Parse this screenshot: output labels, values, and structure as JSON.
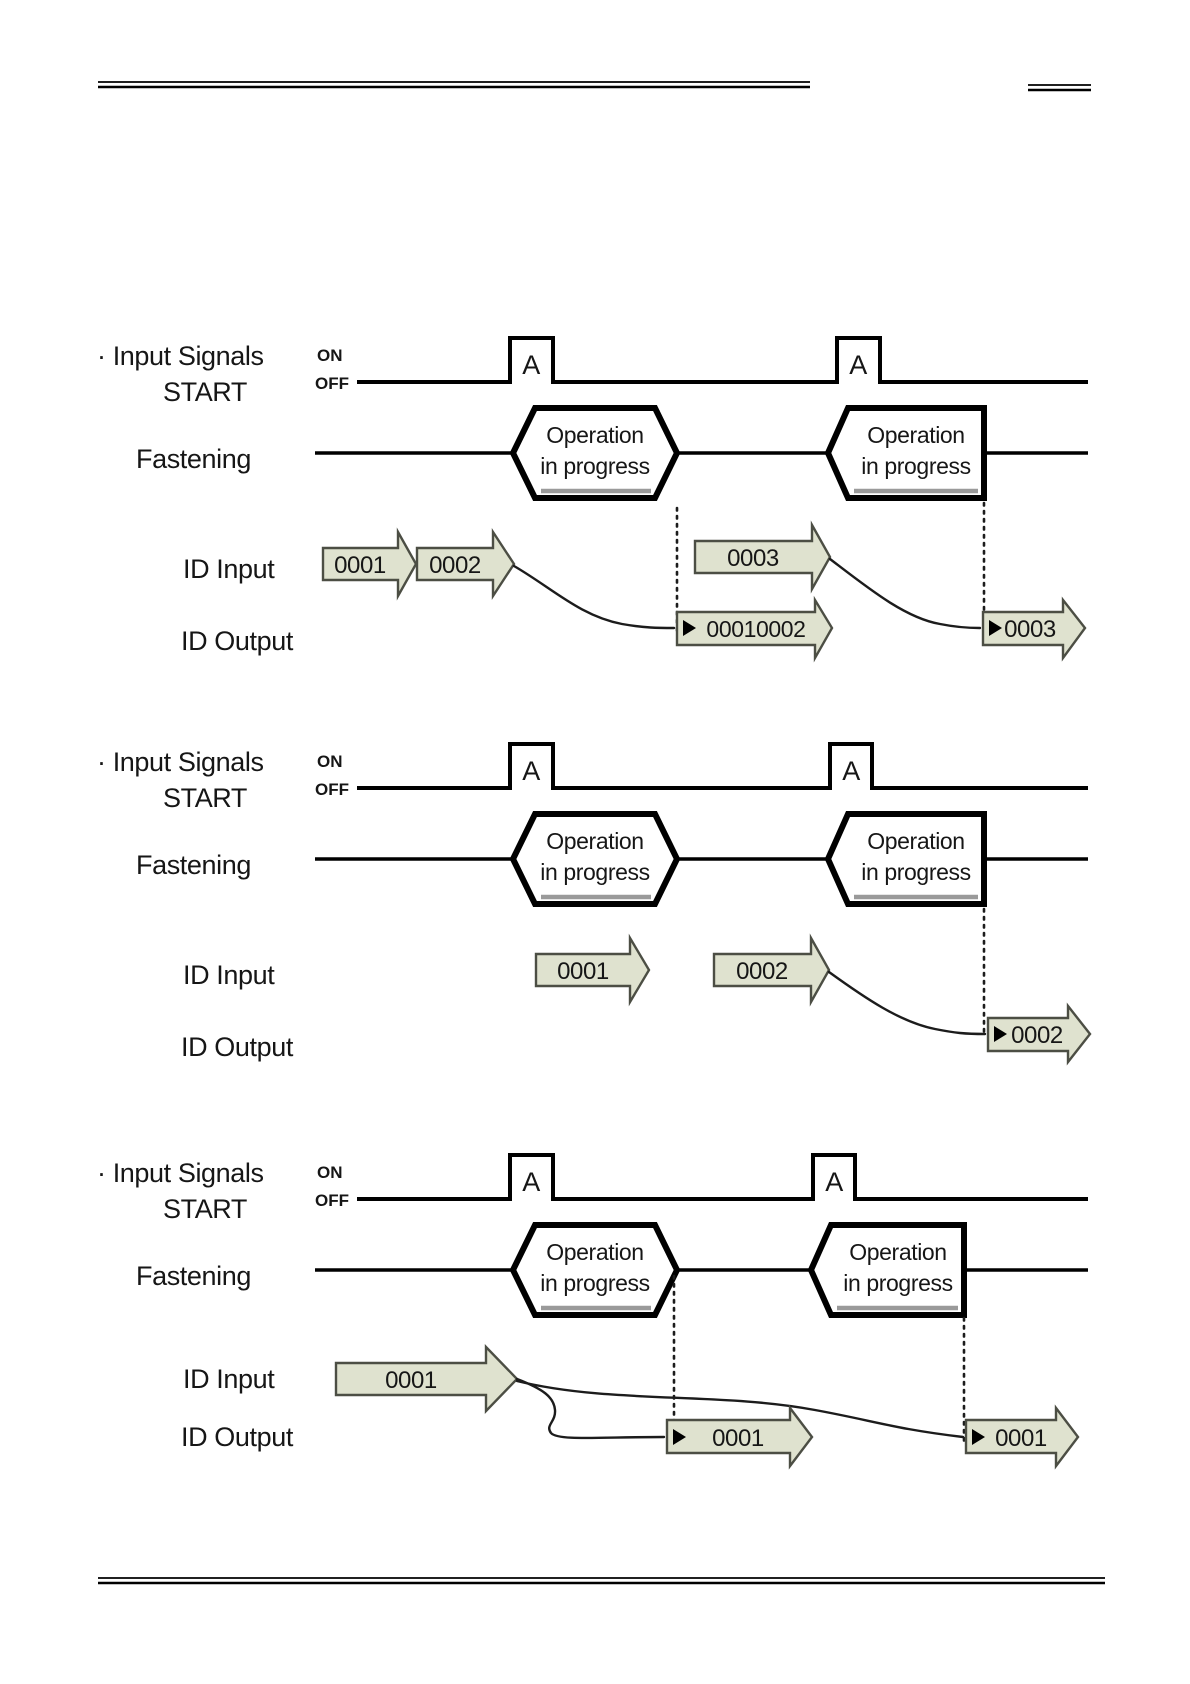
{
  "colors": {
    "arrow_fill": "#dfe2cf",
    "arrow_border": "#4c4e44",
    "line": "#000000",
    "text": "#161616"
  },
  "diagrams": [
    {
      "bullet_label": "· Input Signals",
      "start_label": "START",
      "on_label": "ON",
      "off_label": "OFF",
      "pulses": [
        "A",
        "A"
      ],
      "fastening_label": "Fastening",
      "operations": [
        {
          "line1": "Operation",
          "line2": "in progress"
        },
        {
          "line1": "Operation",
          "line2": "in progress"
        }
      ],
      "id_input_label": "ID Input",
      "id_output_label": "ID Output",
      "inputs": [
        "0001",
        "0002",
        "0003"
      ],
      "outputs": [
        "00010002",
        "0003"
      ]
    },
    {
      "bullet_label": "· Input Signals",
      "start_label": "START",
      "on_label": "ON",
      "off_label": "OFF",
      "pulses": [
        "A",
        "A"
      ],
      "fastening_label": "Fastening",
      "operations": [
        {
          "line1": "Operation",
          "line2": "in progress"
        },
        {
          "line1": "Operation",
          "line2": "in progress"
        }
      ],
      "id_input_label": "ID Input",
      "id_output_label": "ID Output",
      "inputs": [
        "0001",
        "0002"
      ],
      "outputs": [
        "0002"
      ]
    },
    {
      "bullet_label": "· Input Signals",
      "start_label": "START",
      "on_label": "ON",
      "off_label": "OFF",
      "pulses": [
        "A",
        "A"
      ],
      "fastening_label": "Fastening",
      "operations": [
        {
          "line1": "Operation",
          "line2": "in progress"
        },
        {
          "line1": "Operation",
          "line2": "in progress"
        }
      ],
      "id_input_label": "ID Input",
      "id_output_label": "ID Output",
      "inputs": [
        "0001"
      ],
      "outputs": [
        "0001",
        "0001"
      ]
    }
  ]
}
